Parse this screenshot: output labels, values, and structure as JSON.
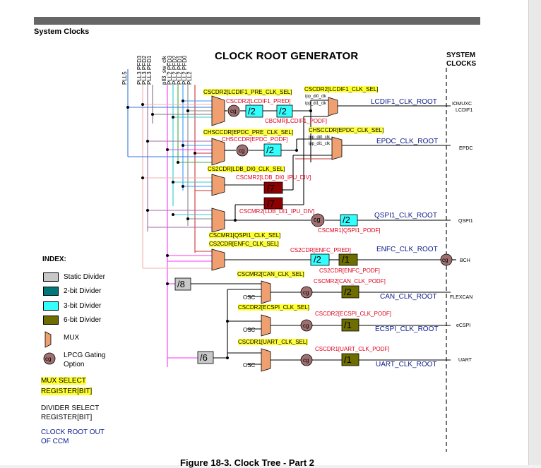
{
  "page": {
    "section_title": "System Clocks",
    "diagram_title": "CLOCK ROOT GENERATOR",
    "system_clocks_label": [
      "SYSTEM",
      "CLOCKS"
    ],
    "caption": "Figure 18-3. Clock Tree - Part 2"
  },
  "sources": [
    "PLL5",
    "PLL3 PFD3",
    "PLL3 PFD2",
    "PLL3 PFD1",
    "pll3_sw_clk",
    "PLL2 PFD3",
    "PLL2 PFD2",
    "PLL2 PFD1",
    "PLL2 PFD0",
    "PLL2"
  ],
  "select_registers": {
    "lcdif1_pre": "CSCDR2[LCDIF1_PRE_CLK_SEL]",
    "lcdif1": "CSCDR2[LCDIF1_CLK_SEL]",
    "epdc_pre": "CHSCCDR[EPDC_PRE_CLK_SEL]",
    "epdc": "CHSCCDR[EPDC_CLK_SEL]",
    "ldb_di0": "CS2CDR[LDB_DI0_CLK_SEL]",
    "qspi1": "CSCMR1[QSPI1_CLK_SEL]",
    "enfc": "CS2CDR[ENFC_CLK_SEL]",
    "can": "CSCMR2[CAN_CLK_SEL]",
    "ecspi": "CSCDR2[ECSPI_CLK_SEL]",
    "uart": "CSCDR1[UART_CLK_SEL]"
  },
  "divider_registers": {
    "lcdif1_pred": "CSCDR2[LCDIF1_PRED]",
    "lcdif1_podf": "CBCMR[LCDIF1_PODF]",
    "epdc_podf": "CHSCCDR[EPDC_PODF]",
    "ldb_di0": "CSCMR2[LDB_DI0_IPU_DIV]",
    "ldb_di1": "CSCMR2[LDB_DI1_IPU_DIV]",
    "qspi1_podf": "CSCMR1[QSPI1_PODF]",
    "enfc_pred": "CS2CDR[ENFC_PRED]",
    "enfc_podf": "CS2CDR[ENFC_PODF]",
    "can_podf": "CSCMR2[CAN_CLK_PODF]",
    "ecspi_podf": "CSCDR2[ECSPI_CLK_PODF]",
    "uart_podf": "CSCDR1[UART_CLK_PODF]"
  },
  "mux_inputs": {
    "lcdif1": [
      "ipp_di0_clk",
      "ipp_di1_clk"
    ],
    "epdc": [
      "ipp_di0_clk",
      "ipp_di1_clk"
    ]
  },
  "dividers": {
    "d2": "/2",
    "d7": "/7",
    "d1": "/1",
    "d8": "/8",
    "d6": "/6"
  },
  "gate_label": "cg",
  "osc_label": "OSC",
  "clock_roots": {
    "lcdif1": "LCDIF1_CLK_ROOT",
    "epdc": "EPDC_CLK_ROOT",
    "qspi1": "QSPI1_CLK_ROOT",
    "enfc": "ENFC_CLK_ROOT",
    "can": "CAN_CLK_ROOT",
    "ecspi": "ECSPI_CLK_ROOT",
    "uart": "UART_CLK_ROOT"
  },
  "destinations": {
    "lcdif1": [
      "IOMUXC",
      "LCDIF1"
    ],
    "epdc": "EPDC",
    "qspi1": "QSPI1",
    "enfc": "BCH",
    "can": "FLEXCAN",
    "ecspi": "eCSPI",
    "uart": "UART"
  },
  "index": {
    "title": "INDEX:",
    "items": [
      {
        "label": "Static Divider",
        "color": "#c8c8c8"
      },
      {
        "label": "2-bit Divider",
        "color": "#00787a"
      },
      {
        "label": "3-bit Divider",
        "color": "#33ffff"
      },
      {
        "label": "6-bit Divider",
        "color": "#6d6d00"
      },
      {
        "label": "MUX",
        "color": "#f0a070"
      },
      {
        "label": "LPCG Gating Option",
        "color": "#a07070"
      }
    ],
    "mux_select": "MUX SELECT REGISTER[BIT]",
    "divider_select": "DIVIDER SELECT REGISTER[BIT]",
    "clock_root_out": "CLOCK ROOT OUT OF CCM"
  },
  "colors": {
    "mux": "#f0a070",
    "static_divider": "#c8c8c8",
    "divider_3bit": "#33ffff",
    "divider_6bit": "#6d6d00",
    "divider_2bit": "#00787a",
    "ldb_divider": "#8b0000",
    "gate": "#a07070",
    "highlight": "#ffff33",
    "divider_register_text": "#e0001b",
    "clock_root_text": "#0a1a8a"
  }
}
